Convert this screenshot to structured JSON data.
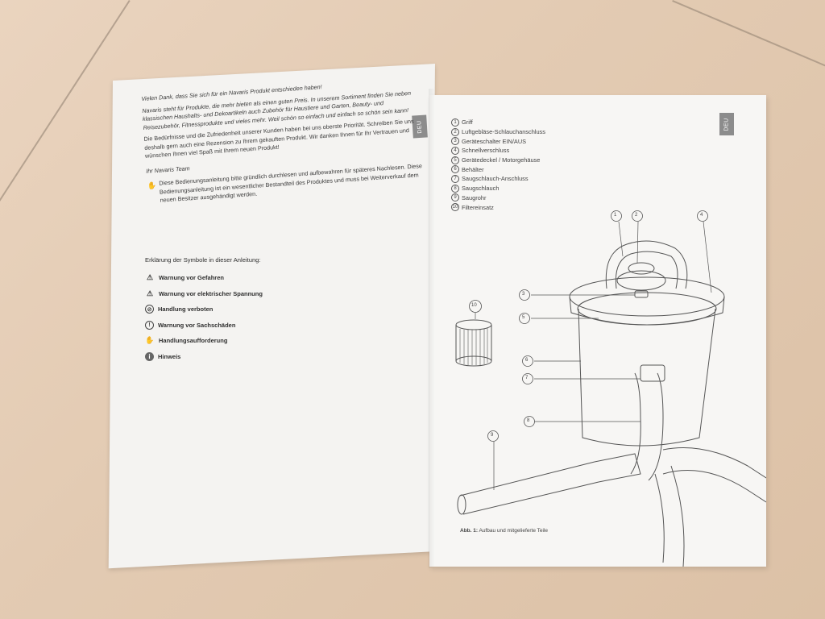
{
  "left_page": {
    "intro_1": "Vielen Dank, dass Sie sich für ein Navaris Produkt entschieden haben!",
    "intro_2": "Navaris steht für Produkte, die mehr bieten als einen guten Preis. In unserem Sortiment finden Sie neben klassischen Haushalts- und Dekoartikeln auch Zubehör für Haustiere und Garten, Beauty- und Reisezubehör, Fitnessprodukte und vieles mehr. Weil schön so einfach und einfach so schön sein kann!",
    "intro_3": "Die Bedürfnisse und die Zufriedenheit unserer Kunden haben bei uns oberste Priorität. Schreiben Sie uns deshalb gern auch eine Rezension zu Ihrem gekauften Produkt. Wir danken Ihnen für Ihr Vertrauen und wünschen Ihnen viel Spaß mit Ihrem neuen Produkt!",
    "signature": "Ihr Navaris Team",
    "read_note": "Diese Bedienungsanleitung bitte gründlich durchlesen und aufbewahren für späteres Nachlesen. Diese Bedienungsanleitung ist ein wesentlicher Bestandteil des Produktes und muss bei Weiterverkauf dem neuen Besitzer ausgehändigt werden.",
    "symbols_heading": "Erklärung der Symbole in dieser Anleitung:",
    "symbols": [
      {
        "icon": "warning-triangle-icon",
        "label": "Warnung vor Gefahren"
      },
      {
        "icon": "electric-warning-icon",
        "label": "Warnung vor elektrischer Spannung"
      },
      {
        "icon": "prohibited-icon",
        "label": "Handlung verboten"
      },
      {
        "icon": "exclamation-circle-icon",
        "label": "Warnung vor Sachschäden"
      },
      {
        "icon": "hand-action-icon",
        "label": "Handlungsaufforderung"
      },
      {
        "icon": "info-icon",
        "label": "Hinweis"
      }
    ],
    "tab_label": "DEU"
  },
  "right_page": {
    "tab_label": "DEU",
    "parts": [
      {
        "n": "1",
        "label": "Griff"
      },
      {
        "n": "2",
        "label": "Luftgebläse-Schlauchanschluss"
      },
      {
        "n": "3",
        "label": "Geräteschalter EIN/AUS"
      },
      {
        "n": "4",
        "label": "Schnellverschluss"
      },
      {
        "n": "5",
        "label": "Gerätedeckel / Motorgehäuse"
      },
      {
        "n": "6",
        "label": "Behälter"
      },
      {
        "n": "7",
        "label": "Saugschlauch-Anschluss"
      },
      {
        "n": "8",
        "label": "Saugschlauch"
      },
      {
        "n": "9",
        "label": "Saugrohr"
      },
      {
        "n": "10",
        "label": "Filtereinsatz"
      }
    ],
    "callouts": [
      "1",
      "2",
      "3",
      "4",
      "5",
      "6",
      "7",
      "8",
      "9",
      "10"
    ],
    "caption_bold": "Abb. 1:",
    "caption_text": "Aufbau und mitgelieferte Teile"
  }
}
